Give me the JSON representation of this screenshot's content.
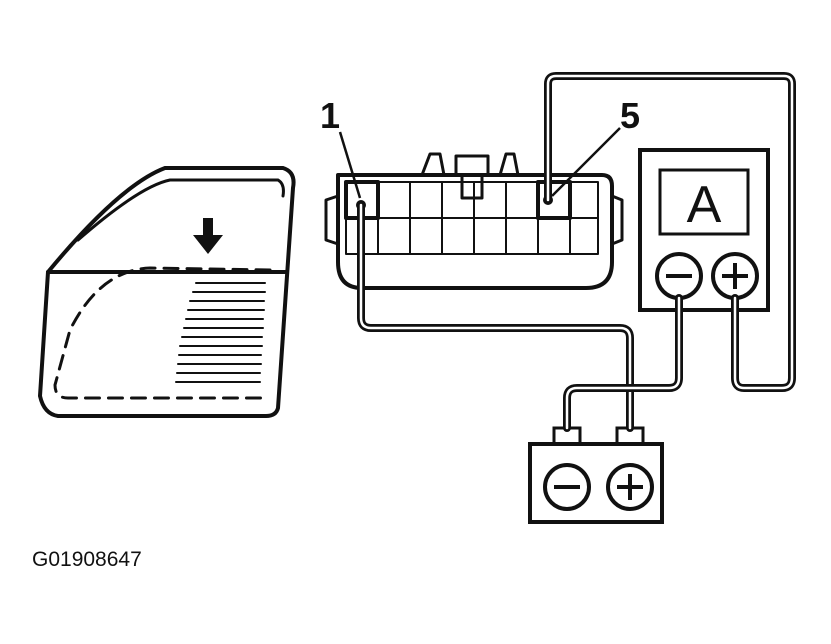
{
  "labels": {
    "pin_1": "1",
    "pin_5": "5",
    "ammeter_symbol": "A",
    "figure_id": "G01908647"
  },
  "icons": {
    "meter_negative": "minus-terminal-icon",
    "meter_positive": "plus-terminal-icon",
    "battery_negative": "minus-terminal-icon",
    "battery_positive": "plus-terminal-icon",
    "direction": "down-arrow-icon"
  },
  "colors": {
    "ink": "#111111",
    "background": "#ffffff"
  }
}
